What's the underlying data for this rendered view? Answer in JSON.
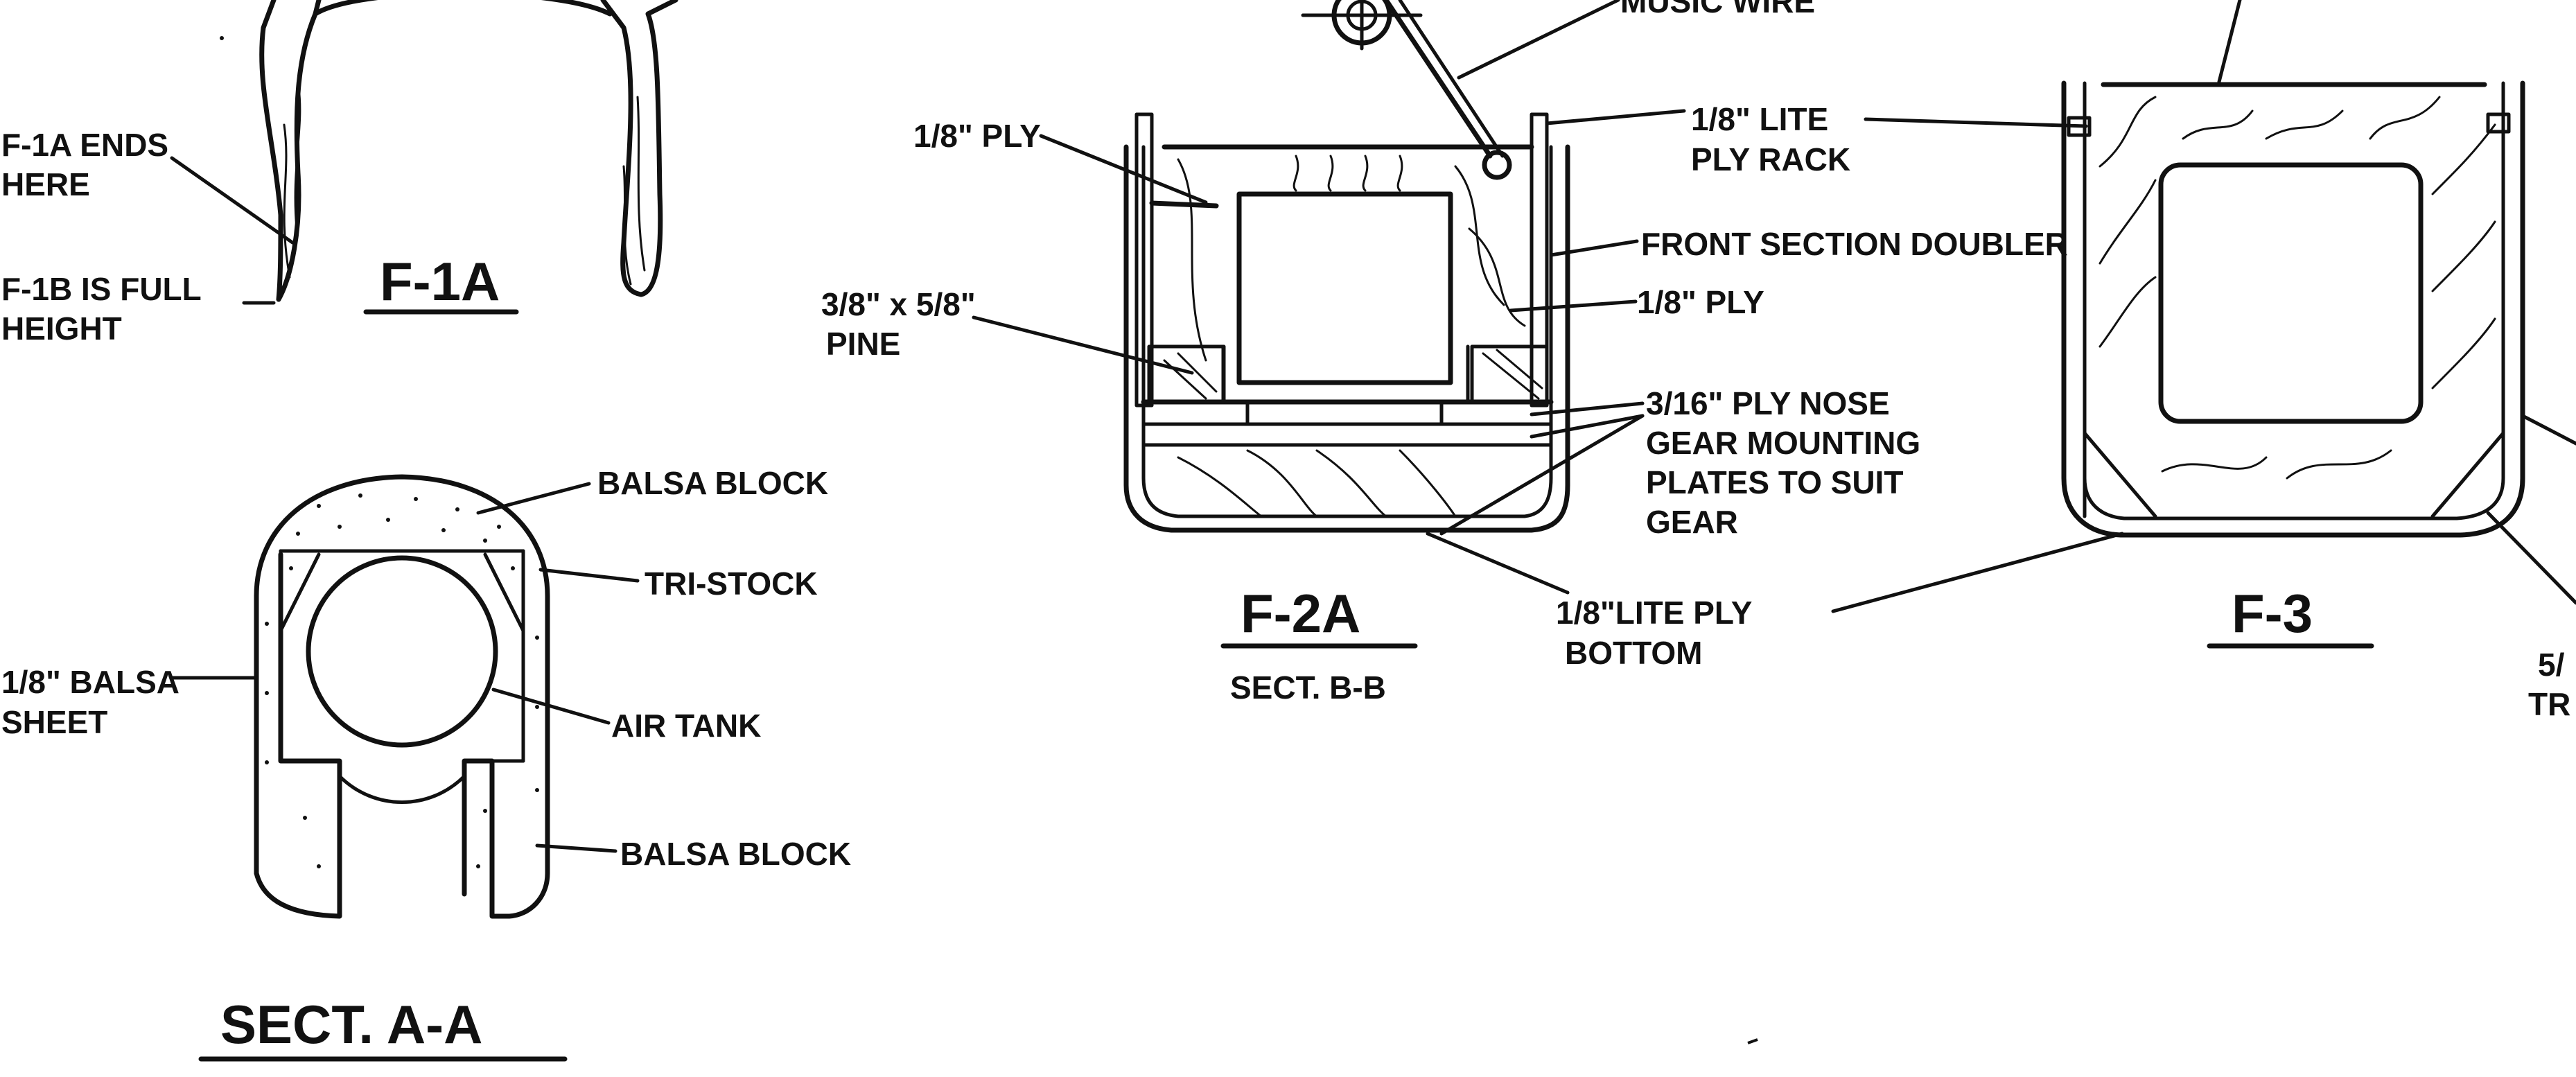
{
  "colors": {
    "ink": "#111111",
    "paper": "#ffffff"
  },
  "f1a": {
    "title": "F-1A",
    "label_ends": [
      "F-1A ENDS",
      "HERE"
    ],
    "label_full": [
      "F-1B IS FULL",
      "HEIGHT"
    ]
  },
  "sect_aa": {
    "title": "SECT. A-A",
    "balsa_block_top": "BALSA BLOCK",
    "tri_stock": "TRI-STOCK",
    "balsa_sheet": [
      "1/8\" BALSA",
      "SHEET"
    ],
    "air_tank": "AIR TANK",
    "balsa_block_bottom": "BALSA BLOCK"
  },
  "f2a": {
    "title": "F-2A",
    "subtitle": "SECT. B-B",
    "music_wire": "MUSIC WIRE",
    "ply_left": "1/8\" PLY",
    "lite_ply_rack": [
      "1/8\" LITE",
      "PLY RACK"
    ],
    "front_doubler": "FRONT SECTION DOUBLER",
    "ply_right": "1/8\" PLY",
    "pine": [
      "3/8\" x 5/8\"",
      "PINE"
    ],
    "nose_gear": [
      "3/16\" PLY NOSE",
      "GEAR MOUNTING",
      "PLATES TO SUIT",
      "GEAR"
    ],
    "lite_ply_bottom": [
      "1/8\"LITE PLY",
      "BOTTOM"
    ]
  },
  "f3": {
    "title": "F-3",
    "tri_label": [
      "5/",
      "TR"
    ]
  }
}
